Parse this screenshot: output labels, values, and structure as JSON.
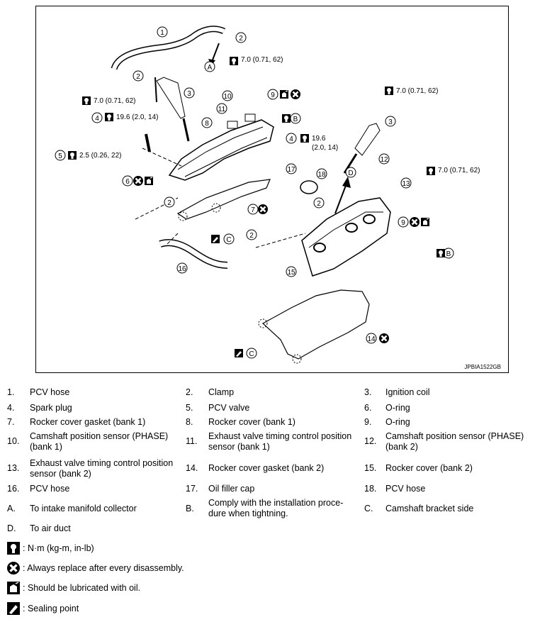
{
  "figure": {
    "id": "JPBIA1522GB",
    "callouts": [
      "1",
      "2",
      "3",
      "4",
      "5",
      "6",
      "7",
      "8",
      "9",
      "10",
      "11",
      "12",
      "13",
      "14",
      "15",
      "16",
      "17",
      "18",
      "A",
      "B",
      "C",
      "D"
    ],
    "torque_labels": {
      "t1": "7.0 (0.71, 62)",
      "t2": "7.0 (0.71, 62)",
      "t3": "19.6 (2.0, 14)",
      "t4": "2.5 (0.26, 22)",
      "t5": "7.0 (0.71, 62)",
      "t6": "19.6",
      "t7": "(2.0, 14)",
      "t8": "7.0 (0.71, 62)"
    }
  },
  "parts": [
    {
      "n": "1.",
      "t": "PCV hose"
    },
    {
      "n": "2.",
      "t": "Clamp"
    },
    {
      "n": "3.",
      "t": "Ignition coil"
    },
    {
      "n": "4.",
      "t": "Spark plug"
    },
    {
      "n": "5.",
      "t": "PCV valve"
    },
    {
      "n": "6.",
      "t": "O-ring"
    },
    {
      "n": "7.",
      "t": "Rocker cover gasket (bank 1)"
    },
    {
      "n": "8.",
      "t": "Rocker cover (bank 1)"
    },
    {
      "n": "9.",
      "t": "O-ring"
    },
    {
      "n": "10.",
      "t": "Camshaft position sensor (PHASE) (bank 1)"
    },
    {
      "n": "11.",
      "t": "Exhaust valve timing control position sensor (bank 1)"
    },
    {
      "n": "12.",
      "t": "Camshaft position sensor (PHASE) (bank 2)"
    },
    {
      "n": "13.",
      "t": "Exhaust valve timing control position sensor (bank 2)"
    },
    {
      "n": "14.",
      "t": "Rocker cover gasket (bank 2)"
    },
    {
      "n": "15.",
      "t": "Rocker cover (bank 2)"
    },
    {
      "n": "16.",
      "t": "PCV hose"
    },
    {
      "n": "17.",
      "t": "Oil filler cap"
    },
    {
      "n": "18.",
      "t": "PCV hose"
    },
    {
      "n": "A.",
      "t": "To intake manifold collector"
    },
    {
      "n": "B.",
      "t": "Comply with the installation proce- dure when tightning."
    },
    {
      "n": "C.",
      "t": "Camshaft bracket side"
    },
    {
      "n": "D.",
      "t": "To air duct"
    }
  ],
  "legend": [
    {
      "icon": "torque-wrench-icon",
      "text": ": N·m (kg-m, in-lb)"
    },
    {
      "icon": "always-replace-icon",
      "text": ": Always replace after every disassembly."
    },
    {
      "icon": "oil-can-icon",
      "text": ": Should be lubricated with oil."
    },
    {
      "icon": "sealing-point-icon",
      "text": ": Sealing point"
    }
  ]
}
